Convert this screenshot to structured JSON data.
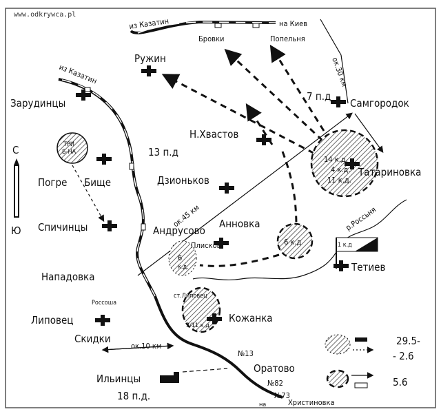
{
  "watermark": "www.odkrywca.pl",
  "rail_labels": {
    "from_kazatin_top": "из Казатин",
    "from_kazatin_left": "из Казатин",
    "to_kiev": "на Киев",
    "to_khristinovka_prefix": "на",
    "to_khristinovka": "Христиновка"
  },
  "places": {
    "brovki": "Бровки",
    "popelnya": "Попельня",
    "ruzhin": "Ружин",
    "zarudintsy": "Зарудинцы",
    "samgorodok": "Самгородок",
    "n_khvastov": "Н.Хвастов",
    "pogre": "Погре",
    "bishche": "Бище",
    "dzionkov": "Дзионьков",
    "tatarinovka": "Татариновка",
    "spichintsy": "Спичинцы",
    "andrusovo": "Андрусово",
    "annovka": "Анновка",
    "pliskov": "Плисков",
    "tetiev": "Тетиев",
    "napadovka": "Нападовка",
    "rossosha": "Россоша",
    "lipovets": "Липовец",
    "st_lipovets": "ст.Липовец",
    "skidki": "Скидки",
    "kozhanka": "Кожанка",
    "oratovo": "Оратово",
    "ilintsy": "Ильинцы",
    "river": "р.Россьня"
  },
  "units": {
    "pd7": "7 п.д",
    "pd13": "13 п.д",
    "pd18": "18 п.д.",
    "tri_bna_1": "ТРИ",
    "tri_bna_2": "Б-НА",
    "kd14": "14 к.д.",
    "kd4": "4 к.д.",
    "kd11": "11 к.д.",
    "kd6": "6 к.д",
    "kd6b_1": "6",
    "kd6b_2": "к.д.",
    "kd1": "1 к.д",
    "kd3_11": "3/11 к.д",
    "train13": "№13",
    "train82": "№82",
    "train73": "№73"
  },
  "distances": {
    "d30": "ок.30 км",
    "d45": "ок.45 км",
    "d10": "ок.10 км"
  },
  "compass": {
    "north": "С",
    "south": "Ю"
  },
  "legend": {
    "date1a": "29.5-",
    "date1b": "- 2.6",
    "date2": "5.6"
  }
}
